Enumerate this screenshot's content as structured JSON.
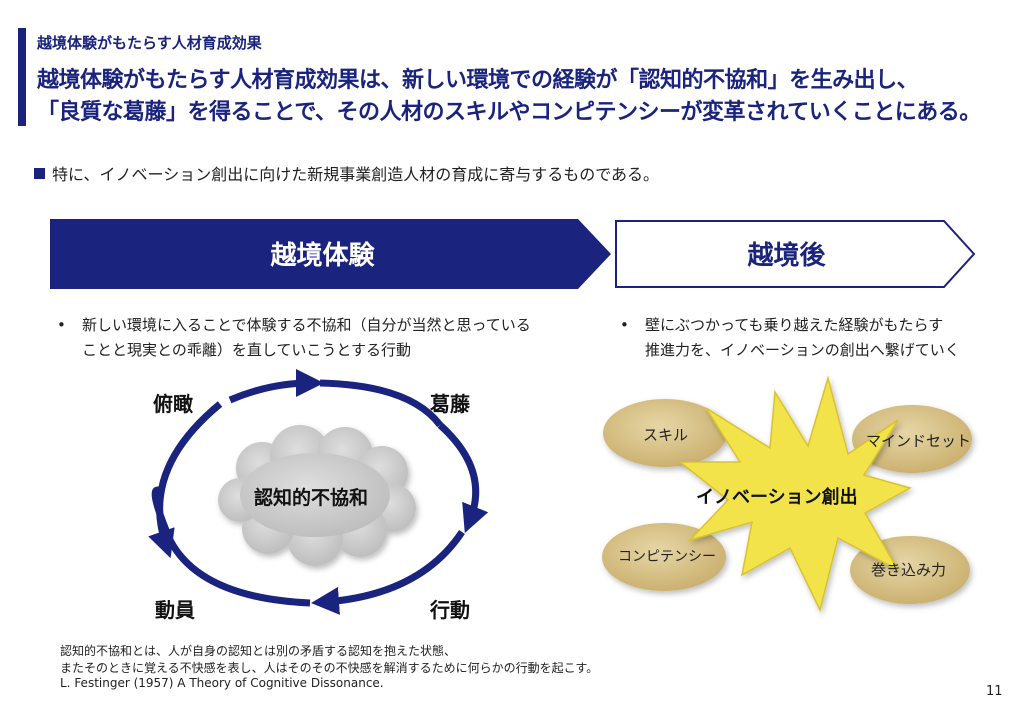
{
  "header": {
    "breadcrumb": "越境体験がもたらす人材育成効果",
    "headline_line1": "越境体験がもたらす人材育成効果は、新しい環境での経験が「認知的不協和」を生み出し、",
    "headline_line2": "「良質な葛藤」を得ることで、その人材のスキルやコンピテンシーが変革されていくことにある。"
  },
  "intro": "特に、イノベーション創出に向けた新規事業創造人材の育成に寄与するものである。",
  "left": {
    "label": "越境体験",
    "bullet": "•",
    "description_line1": "新しい環境に入ることで体験する不協和（自分が当然と思っている",
    "description_line2": "ことと現実との乖離）を直していこうとする行動",
    "cycle": {
      "top_left": "俯瞰",
      "top_right": "葛藤",
      "bottom_left": "動員",
      "bottom_right": "行動",
      "center": "認知的不協和"
    }
  },
  "right": {
    "label": "越境後",
    "bullet": "•",
    "description_line1": "壁にぶつかっても乗り越えた経験がもたらす",
    "description_line2": "推進力を、イノベーションの創出へ繋げていく",
    "center": "イノベーション創出",
    "skills": {
      "skill": "スキル",
      "mindset": "マインドセット",
      "competency": "コンピテンシー",
      "involvement": "巻き込み力"
    }
  },
  "footnote": {
    "line1": "認知的不協和とは、人が自身の認知とは別の矛盾する認知を抱えた状態、",
    "line2": "またそのときに覚える不快感を表し、人はそのその不快感を解消するために何らかの行動を起こす。",
    "line3": "L. Festinger (1957) A Theory of Cognitive Dissonance."
  },
  "page_number": "11",
  "colors": {
    "navy": "#1a237e",
    "ellipse_fill": "#d7c18a",
    "star_fill": "#f3e34b",
    "cloud_fill": "#c9c9c9"
  }
}
